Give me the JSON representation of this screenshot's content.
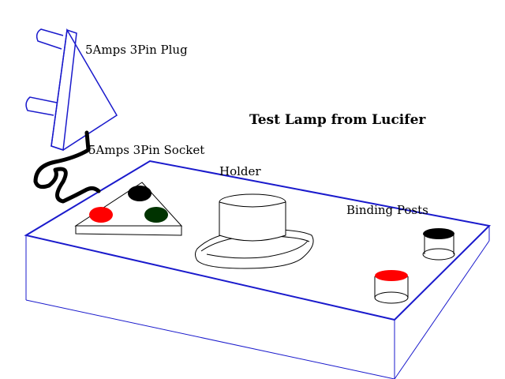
{
  "title": "Test Lamp from Lucifer",
  "labels": {
    "plug": "5Amps 3Pin Plug",
    "socket": "5Amps 3Pin Socket",
    "holder": "Holder",
    "binding_posts": "Binding Posts"
  },
  "colors": {
    "outline": "#1a1acc",
    "socket_hole_top": "#000000",
    "socket_hole_left": "#ff0000",
    "socket_hole_right": "#003300",
    "post_black": "#000000",
    "post_red": "#ff0000"
  },
  "icons": {
    "plug": "three-pin-plug-icon",
    "cable": "power-cable-icon",
    "socket": "three-pin-socket-icon",
    "holder": "lamp-holder-icon",
    "posts": "binding-post-icon"
  }
}
